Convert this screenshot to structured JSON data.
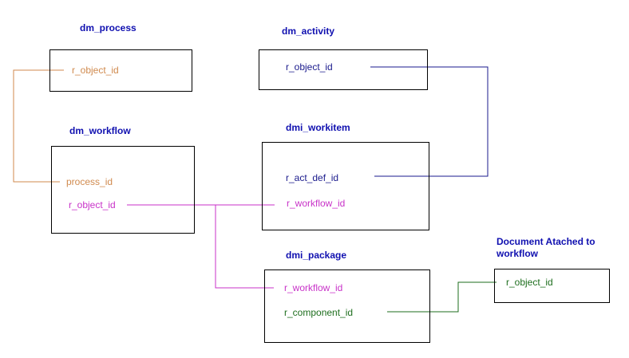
{
  "colors": {
    "title": "#1010b0",
    "process_link": "#d08a4e",
    "activity_link": "#1a1a8c",
    "workflow_link": "#c832c8",
    "document_link": "#1e6e1e"
  },
  "tables": {
    "dm_process": {
      "title": "dm_process",
      "fields": [
        "r_object_id"
      ]
    },
    "dm_activity": {
      "title": "dm_activity",
      "fields": [
        "r_object_id"
      ]
    },
    "dm_workflow": {
      "title": "dm_workflow",
      "fields": [
        "process_id",
        "r_object_id"
      ]
    },
    "dmi_workitem": {
      "title": "dmi_workitem",
      "fields": [
        "r_act_def_id",
        "r_workflow_id"
      ]
    },
    "dmi_package": {
      "title": "dmi_package",
      "fields": [
        "r_workflow_id",
        "r_component_id"
      ]
    },
    "document": {
      "title_line1": "Document Atached to",
      "title_line2": "workflow",
      "fields": [
        "r_object_id"
      ]
    }
  },
  "relationships": [
    {
      "from": "dm_process.r_object_id",
      "to": "dm_workflow.process_id",
      "color": "process_link"
    },
    {
      "from": "dm_activity.r_object_id",
      "to": "dmi_workitem.r_act_def_id",
      "color": "activity_link"
    },
    {
      "from": "dm_workflow.r_object_id",
      "to": "dmi_workitem.r_workflow_id",
      "color": "workflow_link"
    },
    {
      "from": "dm_workflow.r_object_id",
      "to": "dmi_package.r_workflow_id",
      "color": "workflow_link"
    },
    {
      "from": "dmi_package.r_component_id",
      "to": "document.r_object_id",
      "color": "document_link"
    }
  ]
}
